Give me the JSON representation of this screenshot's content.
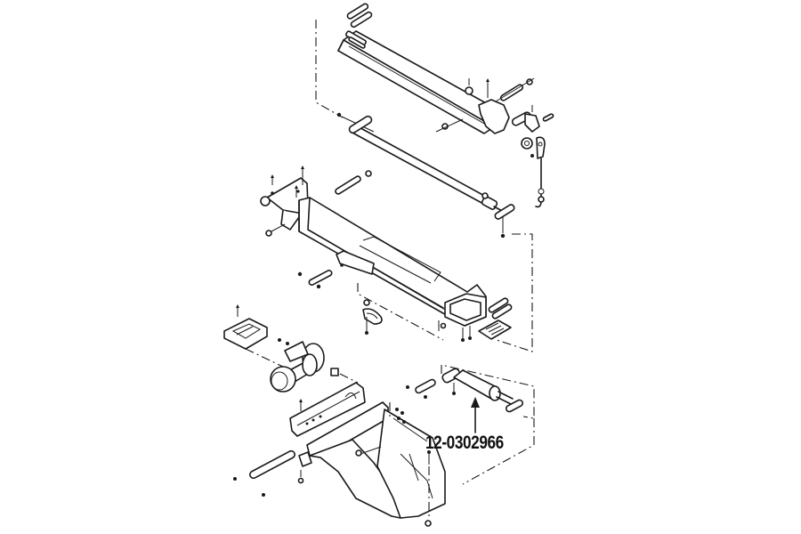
{
  "diagram": {
    "type": "exploded-parts-diagram",
    "subject": "boom / crane assembly",
    "line_color": "#1a1a1a",
    "background": "#ffffff",
    "callouts": [
      {
        "label": "12-0302966",
        "points_to": "hydraulic cylinder"
      }
    ],
    "components": [
      {
        "name": "upper boom section (inner extension)"
      },
      {
        "name": "wear pads (upper)"
      },
      {
        "name": "hook / cable with pulley sheave"
      },
      {
        "name": "T-handle pin rod"
      },
      {
        "name": "main boom section (outer)"
      },
      {
        "name": "wear pads (lower)"
      },
      {
        "name": "clevis shackle"
      },
      {
        "name": "winch with motor"
      },
      {
        "name": "winch mounting bracket"
      },
      {
        "name": "hydraulic cylinder"
      },
      {
        "name": "base mount / pedestal"
      },
      {
        "name": "pivot pins and fasteners"
      }
    ]
  }
}
